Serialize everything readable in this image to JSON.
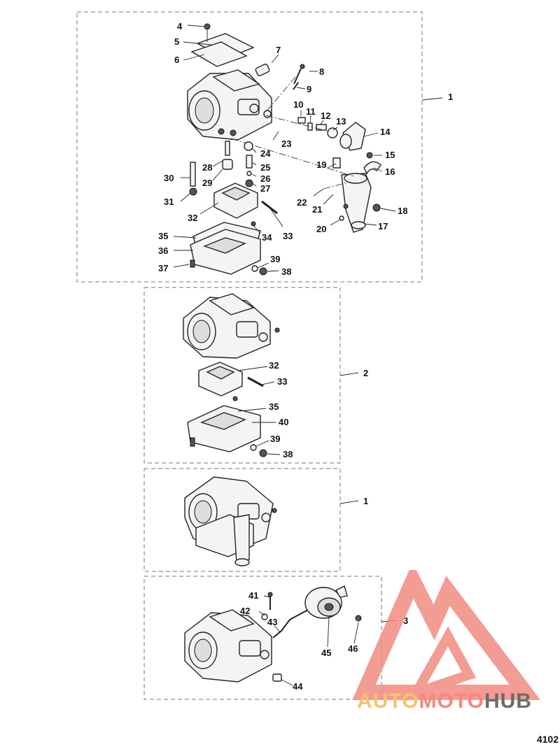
{
  "figure": {
    "panels": [
      {
        "id": "panel-1",
        "callout": "1"
      },
      {
        "id": "panel-2",
        "callout": "2"
      },
      {
        "id": "panel-3",
        "callout": "1"
      },
      {
        "id": "panel-4",
        "callout": "3"
      }
    ],
    "panel1_labels": [
      "4",
      "5",
      "6",
      "7",
      "8",
      "9",
      "10",
      "11",
      "12",
      "13",
      "14",
      "15",
      "16",
      "17",
      "18",
      "19",
      "20",
      "21",
      "22",
      "23",
      "24",
      "25",
      "26",
      "27",
      "28",
      "29",
      "30",
      "31",
      "32",
      "33",
      "34",
      "35",
      "36",
      "37",
      "38",
      "39"
    ],
    "panel2_labels": [
      "32",
      "33",
      "35",
      "40",
      "39",
      "38"
    ],
    "panel4_labels": [
      "41",
      "42",
      "43",
      "44",
      "45",
      "46"
    ],
    "doc_number": "4102"
  },
  "watermark": {
    "part1": "AUTO",
    "part2": "MOTO",
    "part3": "HUB",
    "colors": {
      "auto": "#f6c26b",
      "moto": "#f4877f",
      "hub": "#6b6b6b",
      "logo": "#f28b82"
    }
  }
}
